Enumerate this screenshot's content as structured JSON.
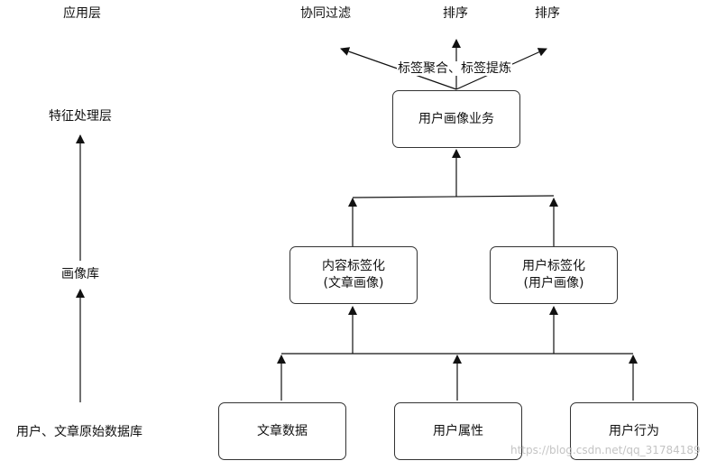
{
  "layers": {
    "application": "应用层",
    "feature_processing": "特征处理层",
    "profile_store": "画像库",
    "raw_database": "用户、文章原始数据库"
  },
  "outputs": {
    "collaborative_filtering": "协同过滤",
    "ranking_1": "排序",
    "ranking_2": "排序",
    "tag_aggregation": "标签聚合、标签提炼"
  },
  "nodes": {
    "user_profile_service": "用户画像业务",
    "content_tagging": {
      "line1": "内容标签化",
      "line2": "(文章画像)"
    },
    "user_tagging": {
      "line1": "用户标签化",
      "line2": "(用户画像)"
    },
    "article_data": "文章数据",
    "user_attributes": "用户属性",
    "user_behavior": "用户行为"
  },
  "watermark": "https://blog.csdn.net/qq_31784189"
}
